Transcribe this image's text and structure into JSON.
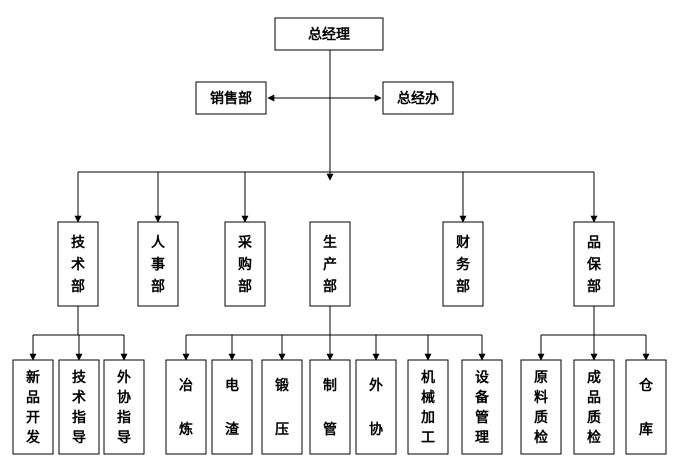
{
  "root": {
    "label": "总经理"
  },
  "staff": [
    {
      "label": "销售部"
    },
    {
      "label": "总经办"
    }
  ],
  "departments": [
    {
      "label": "技术部",
      "children": [
        {
          "label": "新品开发"
        },
        {
          "label": "技术指导"
        },
        {
          "label": "外协指导"
        }
      ]
    },
    {
      "label": "人事部",
      "children": []
    },
    {
      "label": "采购部",
      "children": []
    },
    {
      "label": "生产部",
      "children": [
        {
          "label": "冶炼"
        },
        {
          "label": "电渣"
        },
        {
          "label": "锻压"
        },
        {
          "label": "制管"
        },
        {
          "label": "外协"
        },
        {
          "label": "机械加工"
        },
        {
          "label": "设备管理"
        }
      ]
    },
    {
      "label": "财务部",
      "children": []
    },
    {
      "label": "品保部",
      "children": [
        {
          "label": "原料质检"
        },
        {
          "label": "成品质检"
        },
        {
          "label": "仓库"
        }
      ]
    }
  ]
}
